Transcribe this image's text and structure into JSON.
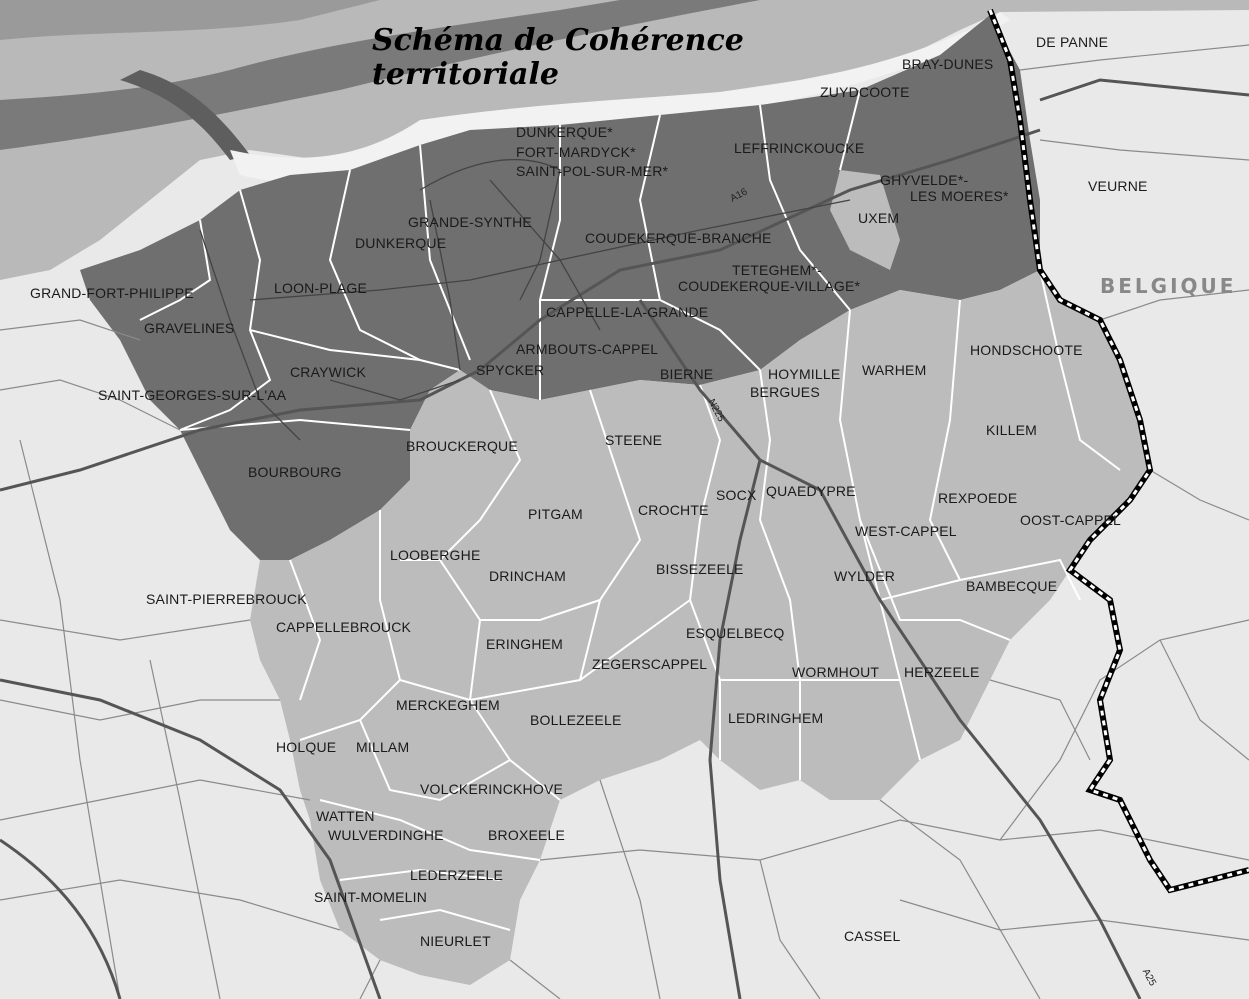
{
  "title": {
    "line1": "Schéma de Cohérence",
    "line2": "territoriale"
  },
  "country_label": "BELGIQUE",
  "roads": {
    "n225": "N225",
    "a25": "A25",
    "a16": "A16"
  },
  "colors": {
    "sea_light": "#b9b9b9",
    "sea_dark": "#6e6e6e",
    "land_outside": "#e9e9e9",
    "urban_zone": "#6f6f6f",
    "rural_zone": "#bcbcbc",
    "border": "#000000"
  },
  "places": {
    "de_panne": "DE PANNE",
    "bray_dunes": "BRAY-DUNES",
    "zuydcoote": "ZUYDCOOTE",
    "dunkerque_star": "DUNKERQUE*",
    "fort_mardyck": "FORT-MARDYCK*",
    "saint_pol": "SAINT-POL-SUR-MER*",
    "leffrinckoucke": "LEFFRINCKOUCKE",
    "ghyvelde_1": "GHYVELDE*-",
    "ghyvelde_2": "LES MOERES*",
    "veurne": "VEURNE",
    "uxem": "UXEM",
    "grande_synthe": "GRANDE-SYNTHE",
    "dunkerque": "DUNKERQUE",
    "coudekerque_branche": "COUDEKERQUE-BRANCHE",
    "teteghem_1": "TETEGHEM*-",
    "teteghem_2": "COUDEKERQUE-VILLAGE*",
    "grand_fort_philippe": "GRAND-FORT-PHILIPPE",
    "loon_plage": "LOON-PLAGE",
    "gravelines": "GRAVELINES",
    "cappelle_la_grande": "CAPPELLE-LA-GRANDE",
    "armbouts_cappel": "ARMBOUTS-CAPPEL",
    "hondschoote": "HONDSCHOOTE",
    "craywick": "CRAYWICK",
    "spycker": "SPYCKER",
    "bierne": "BIERNE",
    "hoymille": "HOYMILLE",
    "warhem": "WARHEM",
    "bergues": "BERGUES",
    "saint_georges": "SAINT-GEORGES-SUR-L'AA",
    "killem": "KILLEM",
    "brouckerque": "BROUCKERQUE",
    "steene": "STEENE",
    "bourbourg": "BOURBOURG",
    "quaedypre": "QUAEDYPRE",
    "rexpoede": "REXPOEDE",
    "socx": "SOCX",
    "crochte": "CROCHTE",
    "pitgam": "PITGAM",
    "oost_cappel": "OOST-CAPPEL",
    "west_cappel": "WEST-CAPPEL",
    "looberghe": "LOOBERGHE",
    "bissezeele": "BISSEZEELE",
    "drincham": "DRINCHAM",
    "wylder": "WYLDER",
    "bambecque": "BAMBECQUE",
    "saint_pierrebrouck": "SAINT-PIERREBROUCK",
    "cappellebrouck": "CAPPELLEBROUCK",
    "esquelbecq": "ESQUELBECQ",
    "eringhem": "ERINGHEM",
    "zegerscappel": "ZEGERSCAPPEL",
    "wormhout": "WORMHOUT",
    "herzeele": "HERZEELE",
    "merckeghem": "MERCKEGHEM",
    "ledringhem": "LEDRINGHEM",
    "bollezeele": "BOLLEZEELE",
    "holque": "HOLQUE",
    "millam": "MILLAM",
    "volckerinckhove": "VOLCKERINCKHOVE",
    "watten": "WATTEN",
    "wulverdinghe": "WULVERDINGHE",
    "broxeele": "BROXEELE",
    "lederzeele": "LEDERZEELE",
    "saint_momelin": "SAINT-MOMELIN",
    "cassel": "CASSEL",
    "nieurlet": "NIEURLET"
  }
}
